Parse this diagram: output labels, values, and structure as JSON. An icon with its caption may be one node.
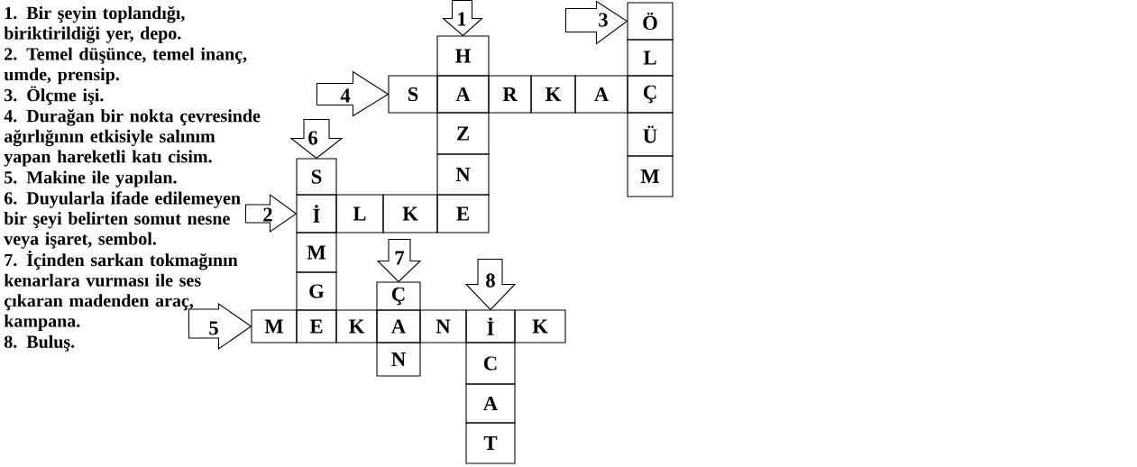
{
  "diagram": {
    "nodes": [
      {
        "text": [
          "Ö"
        ]
      },
      {
        "text": [
          "H"
        ]
      },
      {
        "text": [
          "L"
        ]
      },
      {
        "text": [
          "S"
        ]
      },
      {
        "text": [
          "A"
        ]
      },
      {
        "text": [
          "R"
        ]
      },
      {
        "text": [
          "K"
        ]
      },
      {
        "text": [
          "A"
        ]
      },
      {
        "text": [
          "Ç"
        ]
      },
      {
        "text": [
          "Z"
        ]
      },
      {
        "text": [
          "Ü"
        ]
      },
      {
        "text": [
          "N"
        ]
      },
      {
        "text": [
          "M"
        ]
      },
      {
        "text": [
          "S"
        ]
      },
      {
        "text": [
          "İ"
        ]
      },
      {
        "text": [
          "L"
        ]
      },
      {
        "text": [
          "K"
        ]
      },
      {
        "text": [
          "E"
        ]
      },
      {
        "text": [
          "M"
        ]
      },
      {
        "text": [
          "G"
        ]
      },
      {
        "text": [
          "Ç"
        ]
      },
      {
        "text": [
          "M"
        ]
      },
      {
        "text": [
          "E"
        ]
      },
      {
        "text": [
          "K"
        ]
      },
      {
        "text": [
          "A"
        ]
      },
      {
        "text": [
          "N"
        ]
      },
      {
        "text": [
          "İ"
        ]
      },
      {
        "text": [
          "K"
        ]
      },
      {
        "text": [
          "N"
        ]
      },
      {
        "text": [
          "C"
        ]
      },
      {
        "text": [
          "A"
        ]
      },
      {
        "text": [
          "T"
        ]
      }
    ],
    "edges": [
      {
        "from": null,
        "to": 1,
        "arrow": "to",
        "label": "1"
      },
      {
        "from": null,
        "to": 0,
        "arrow": "to",
        "label": "3"
      },
      {
        "from": null,
        "to": 3,
        "arrow": "to",
        "label": "4"
      },
      {
        "from": null,
        "to": 13,
        "arrow": "to",
        "label": "6"
      },
      {
        "from": null,
        "to": 14,
        "arrow": "to",
        "label": "2"
      },
      {
        "from": null,
        "to": 20,
        "arrow": "to",
        "label": "7"
      },
      {
        "from": null,
        "to": 26,
        "arrow": "to",
        "label": "8"
      },
      {
        "from": null,
        "to": 21,
        "arrow": "to",
        "label": "5"
      }
    ],
    "labels": [
      "1. Bir şeyin toplandığı, biriktirildiği yer, depo.",
      "2. Temel düşünce, temel inanç, umde, prensip.",
      "3. Ölçme işi.",
      "4. Durağan bir nokta çevresinde ağırlığının etkisiyle salınım yapan hareketli katı cisim.",
      "5. Makine ile yapılan.",
      "6. Duyularla ifade edilemeyen bir şeyi belirten somut nesne veya işaret, sembol.",
      "7. İçinden sarkan tokmağının kenarlara vurması ile ses çıkaran madenden araç, kampana.",
      "8. Buluş."
    ]
  }
}
